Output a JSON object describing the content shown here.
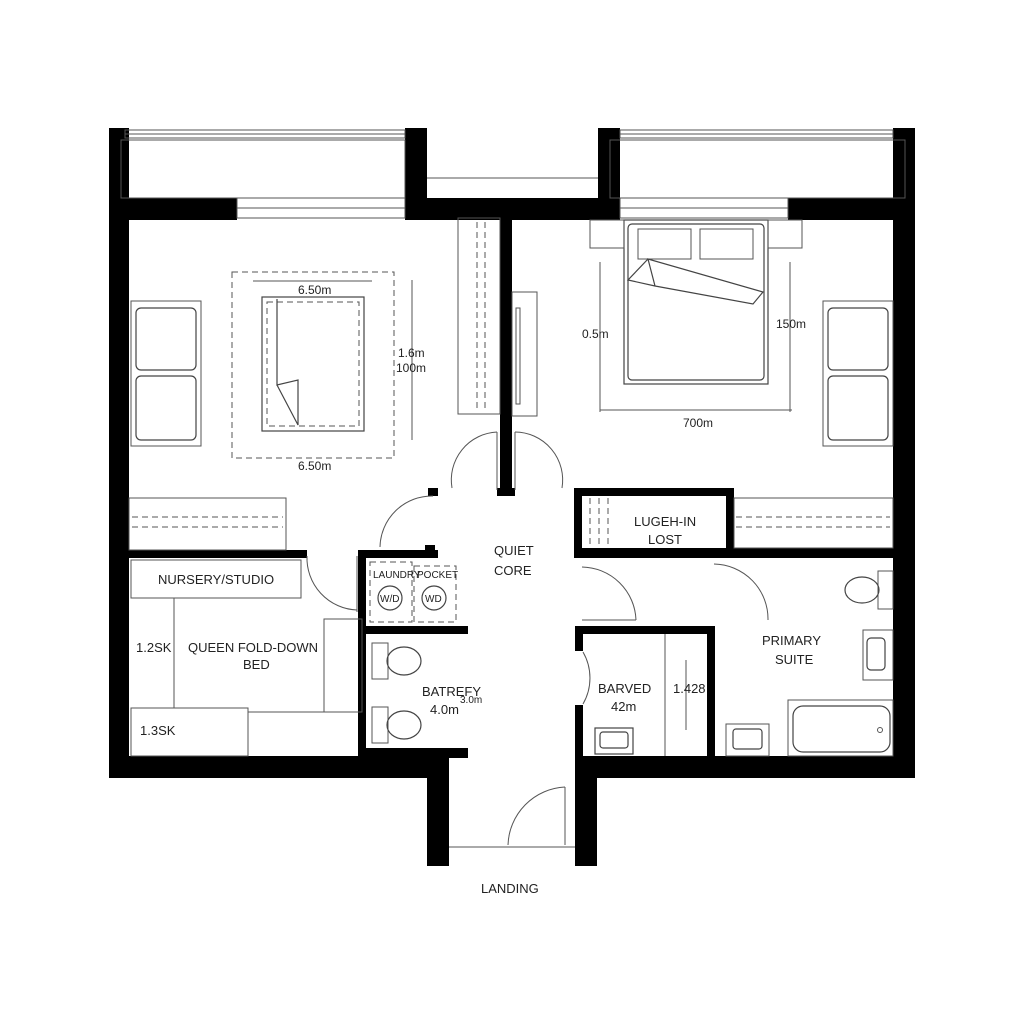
{
  "plan": {
    "colors": {
      "wall": "#000000",
      "line": "#444444",
      "background": "#ffffff"
    },
    "rooms": {
      "bedroom_left": {
        "dims": {
          "top": "6.50m",
          "bottom": "6.50m",
          "side_1": "1.6m",
          "side_2": "100m"
        }
      },
      "bedroom_right": {
        "dims": {
          "left": "0.5m",
          "right": "150m",
          "bottom": "700m"
        }
      },
      "core": {
        "line1": "QUIET",
        "line2": "CORE"
      },
      "laundry": {
        "label": "LAUNDRY",
        "appliance": "W/D"
      },
      "pocket": {
        "label": "POCKET",
        "appliance": "WD"
      },
      "walkin": {
        "line1": "LUGEH-IN",
        "line2": "LOST"
      },
      "nursery": {
        "title": "NURSERY/STUDIO",
        "bed_line1": "QUEEN FOLD-DOWN",
        "bed_line2": "BED",
        "storage1": "1.2SK",
        "storage2": "1.3SK"
      },
      "bath_left": {
        "label": "BATREFY",
        "overlap": "3.0m",
        "dim": "4.0m"
      },
      "bath_mid": {
        "label": "BARVED",
        "dim": "42m",
        "side": "1.428"
      },
      "primary": {
        "line1": "PRIMARY",
        "line2": "SUITE"
      },
      "landing": {
        "label": "LANDING"
      }
    }
  }
}
